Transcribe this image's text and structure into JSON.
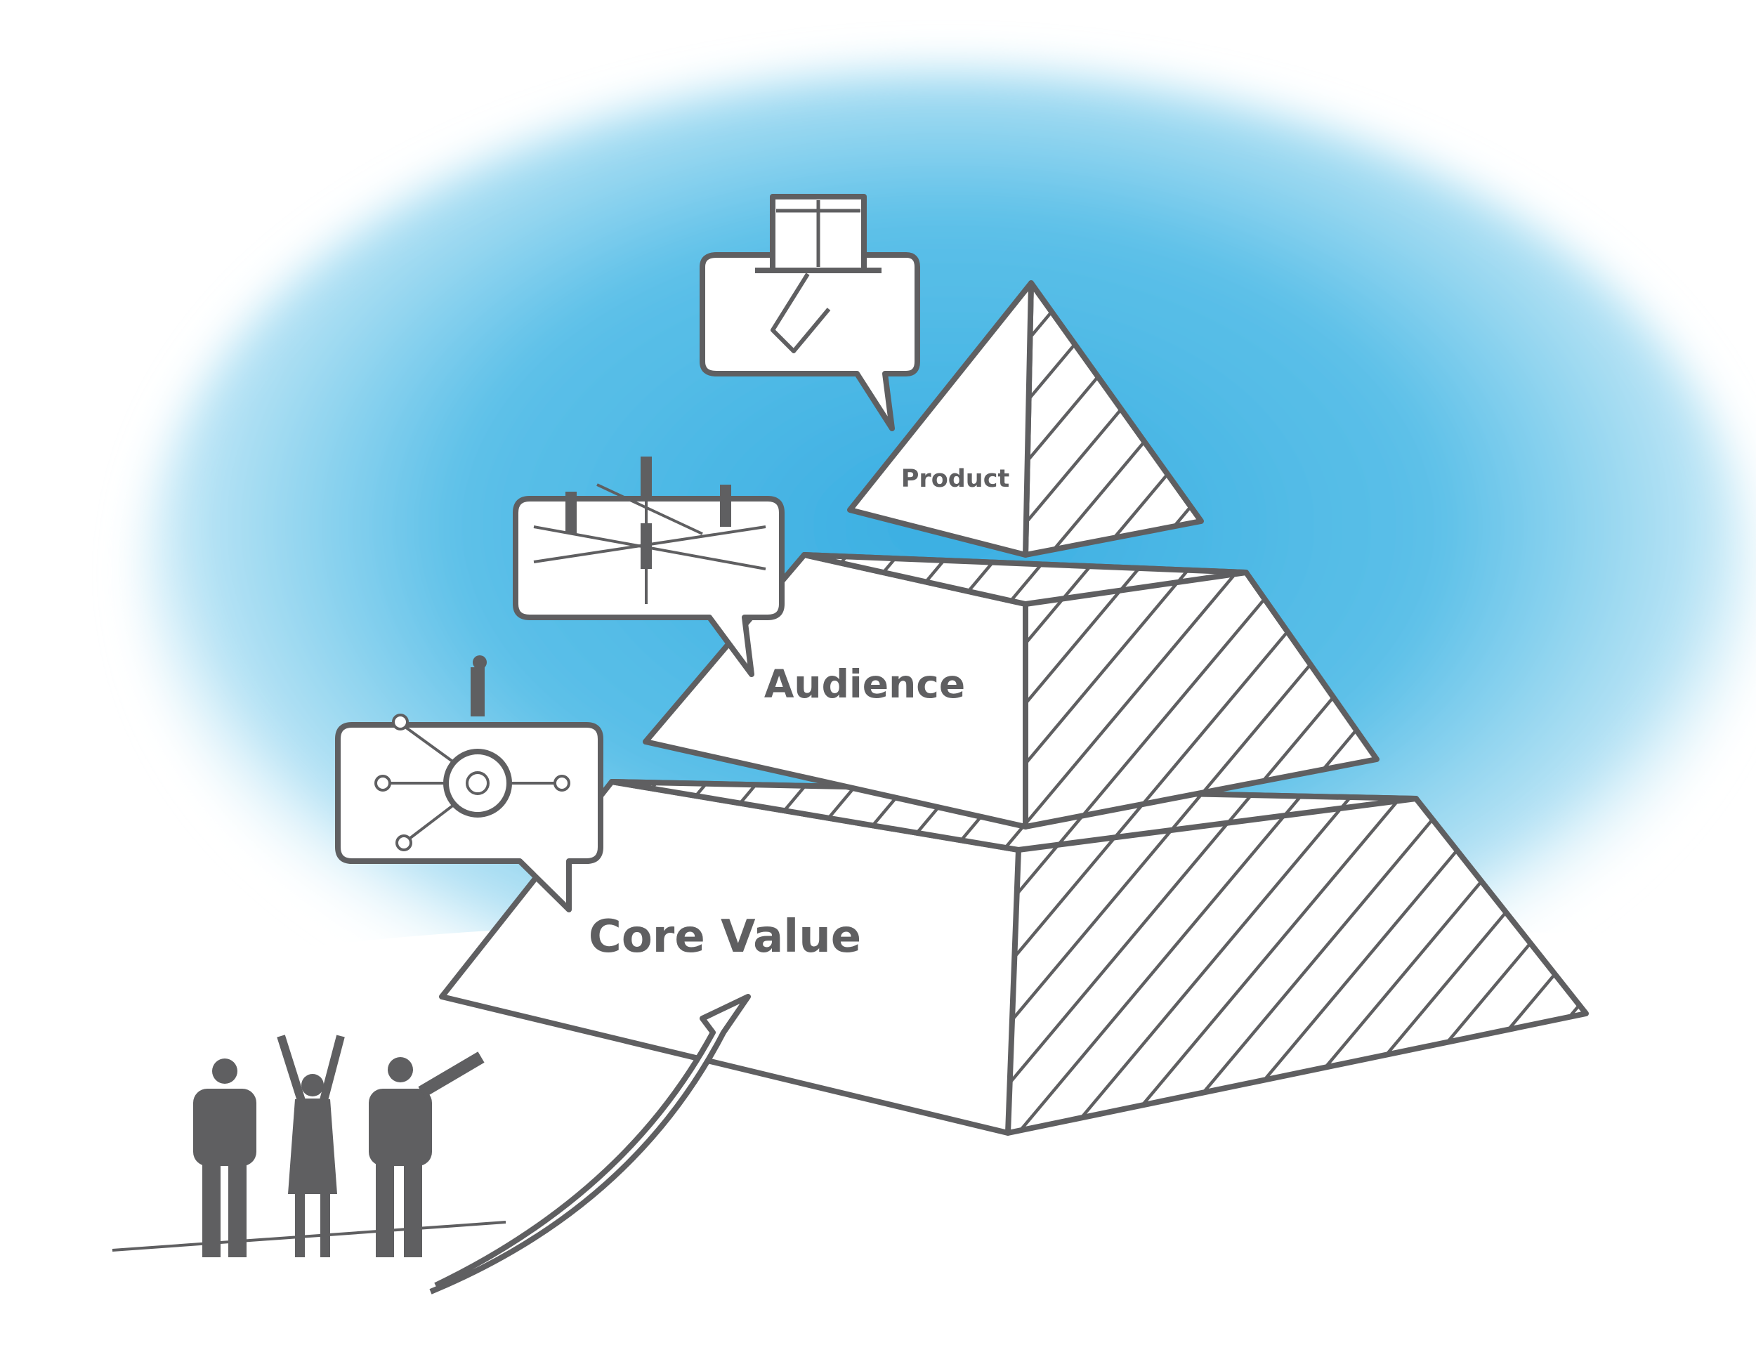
{
  "diagram": {
    "type": "pyramid",
    "levels": [
      {
        "label": "Product",
        "icon": "puzzle-on-tray-icon"
      },
      {
        "label": "Audience",
        "icon": "people-network-icon"
      },
      {
        "label": "Core Value",
        "icon": "person-on-gear-icon"
      }
    ],
    "colors": {
      "line": "#5f5f61",
      "sky": "#3fb0e0",
      "sky_light": "#9fd8f0"
    }
  }
}
